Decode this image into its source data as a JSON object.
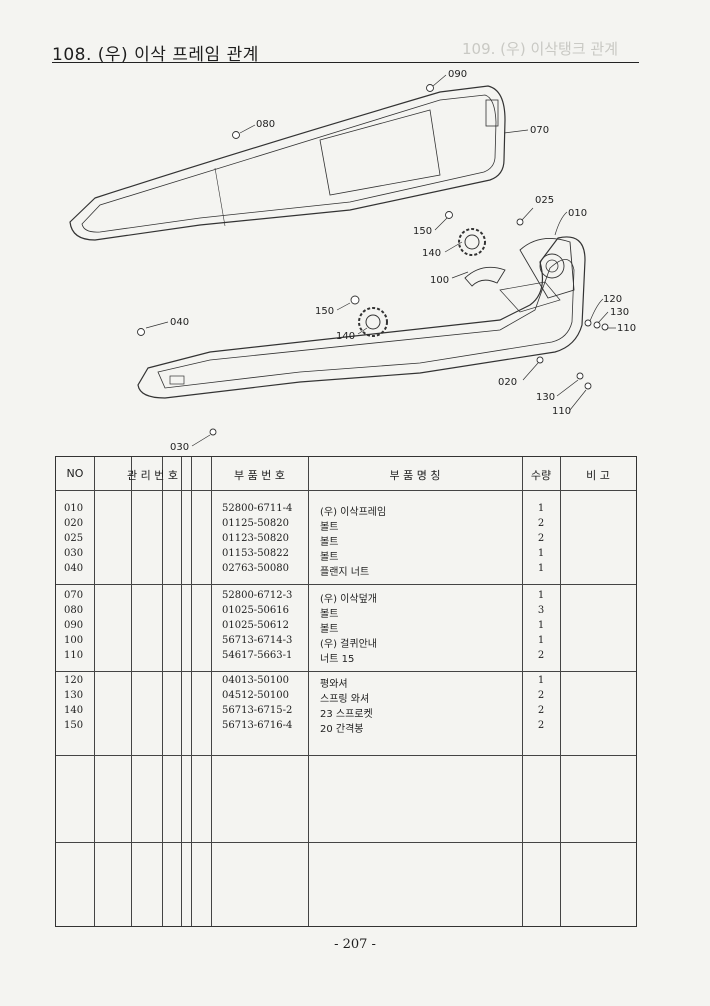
{
  "page": {
    "title": "108. (우) 이삭 프레임 관계",
    "ghost_title": "109. (우) 이삭탱크 관계",
    "page_number": "- 207 -"
  },
  "diagram": {
    "callouts": [
      "090",
      "080",
      "070",
      "025",
      "010",
      "150",
      "140",
      "100",
      "150",
      "140",
      "040",
      "120",
      "130",
      "110",
      "020",
      "130",
      "110",
      "030"
    ]
  },
  "table": {
    "headers": {
      "no": "NO",
      "mgmt": "관 리 번 호",
      "part_no": "부 품 번 호",
      "part_name": "부   품   명   칭",
      "qty": "수량",
      "note": "비  고"
    },
    "groups": [
      {
        "rows": [
          {
            "no": "010",
            "part_no": "52800-6711-4",
            "name": "(우) 이삭프레임",
            "qty": "1"
          },
          {
            "no": "020",
            "part_no": "01125-50820",
            "name": "볼트",
            "qty": "2"
          },
          {
            "no": "025",
            "part_no": "01123-50820",
            "name": "볼트",
            "qty": "2"
          },
          {
            "no": "030",
            "part_no": "01153-50822",
            "name": "볼트",
            "qty": "1"
          },
          {
            "no": "040",
            "part_no": "02763-50080",
            "name": "플랜지 너트",
            "qty": "1"
          }
        ]
      },
      {
        "rows": [
          {
            "no": "070",
            "part_no": "52800-6712-3",
            "name": "(우) 이삭덮개",
            "qty": "1"
          },
          {
            "no": "080",
            "part_no": "01025-50616",
            "name": "볼트",
            "qty": "3"
          },
          {
            "no": "090",
            "part_no": "01025-50612",
            "name": "볼트",
            "qty": "1"
          },
          {
            "no": "100",
            "part_no": "56713-6714-3",
            "name": "(우) 걸퀴안내",
            "qty": "1"
          },
          {
            "no": "110",
            "part_no": "54617-5663-1",
            "name": "너트 15",
            "qty": "2"
          }
        ]
      },
      {
        "rows": [
          {
            "no": "120",
            "part_no": "04013-50100",
            "name": "평와셔",
            "qty": "1"
          },
          {
            "no": "130",
            "part_no": "04512-50100",
            "name": "스프링 와셔",
            "qty": "2"
          },
          {
            "no": "140",
            "part_no": "56713-6715-2",
            "name": "23 스프로켓",
            "qty": "2"
          },
          {
            "no": "150",
            "part_no": "56713-6716-4",
            "name": "20 간격봉",
            "qty": "2"
          }
        ]
      }
    ]
  }
}
